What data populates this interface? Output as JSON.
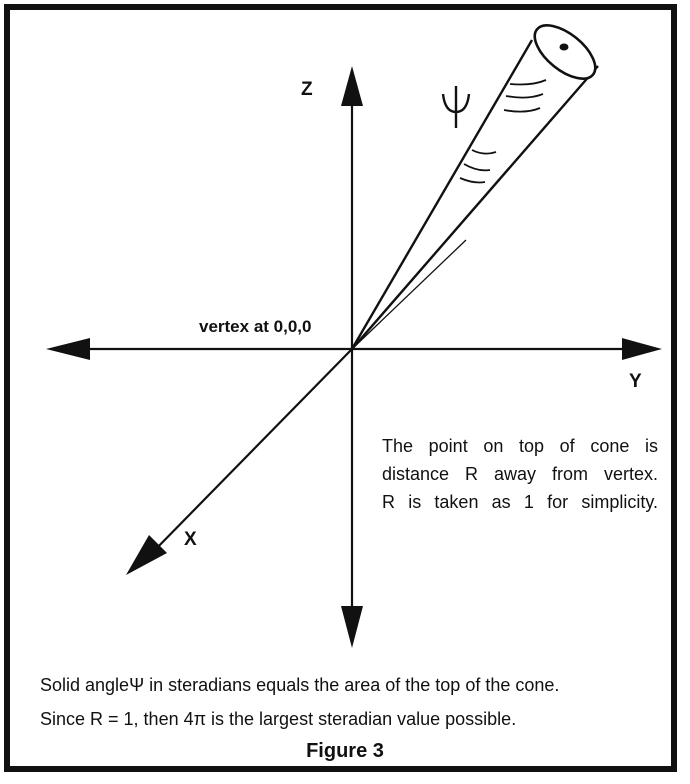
{
  "axes": {
    "z_label": "Z",
    "y_label": "Y",
    "x_label": "X"
  },
  "symbols": {
    "psi": "Ψ"
  },
  "vertex_label": "vertex at 0,0,0",
  "note": {
    "line1": "The point on top of cone is",
    "line2": "distance R away from vertex.",
    "line3": "R is taken as 1 for simplicity."
  },
  "caption": {
    "line1": "Solid angleΨ in steradians equals the area of the top of the cone.",
    "line2": "Since R = 1, then 4π is the largest steradian value possible."
  },
  "figure_title": "Figure 3"
}
